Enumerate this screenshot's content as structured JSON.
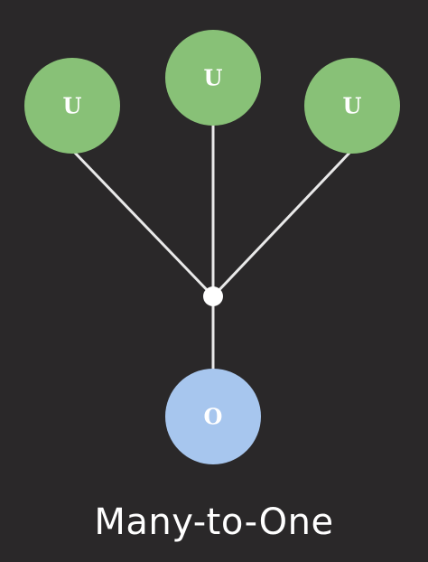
{
  "diagram": {
    "caption": "Many-to-One",
    "colors": {
      "background": "#2a2829",
      "many_node": "#88c177",
      "one_node": "#a7c6ee",
      "edge": "#e9e9e9",
      "junction": "#ffffff"
    },
    "nodes": [
      {
        "id": "u-left",
        "label": "U"
      },
      {
        "id": "u-center",
        "label": "U"
      },
      {
        "id": "u-right",
        "label": "U"
      },
      {
        "id": "o-bottom",
        "label": "O"
      }
    ]
  }
}
